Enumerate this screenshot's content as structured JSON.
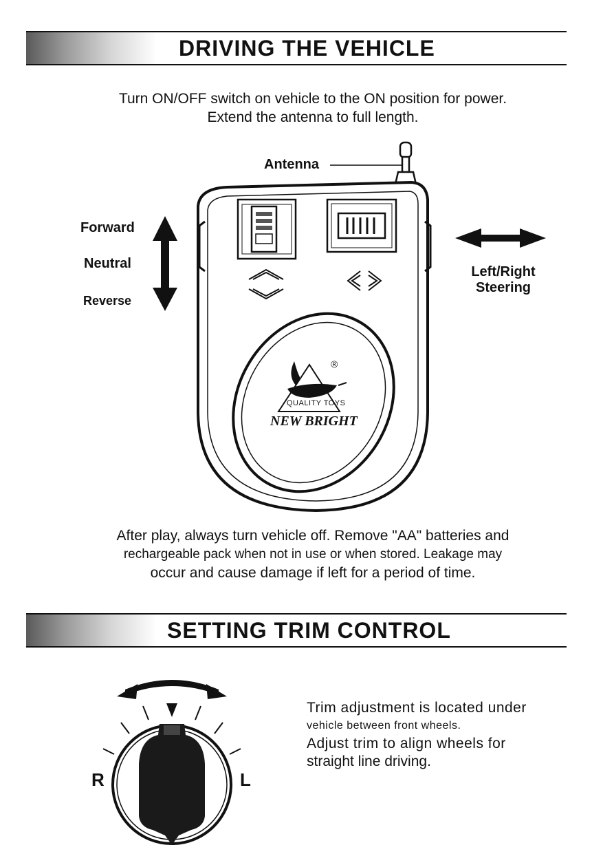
{
  "section1": {
    "title": "DRIVING THE VEHICLE",
    "intro_line1": "Turn ON/OFF switch on vehicle to the ON position for power.",
    "intro_line2": "Extend the antenna to full length.",
    "labels": {
      "antenna": "Antenna",
      "forward": "Forward",
      "neutral": "Neutral",
      "reverse": "Reverse",
      "steering_line1": "Left/Right",
      "steering_line2": "Steering"
    },
    "logo": {
      "registered": "®",
      "badge": "QUALITY TOYS",
      "brand": "NEW BRIGHT"
    },
    "warning_line1": "After play, always turn vehicle off. Remove \"AA\" batteries and",
    "warning_line2": "rechargeable pack when not in use or when stored. Leakage may",
    "warning_line3": "occur and cause damage if left for a period of time."
  },
  "section2": {
    "title": "SETTING TRIM CONTROL",
    "dial_left_label": "R",
    "dial_right_label": "L",
    "text_line1": "Trim adjustment is located under",
    "text_line2": "vehicle between front wheels.",
    "text_line3": "Adjust trim to align wheels for",
    "text_line4": "straight line driving."
  }
}
